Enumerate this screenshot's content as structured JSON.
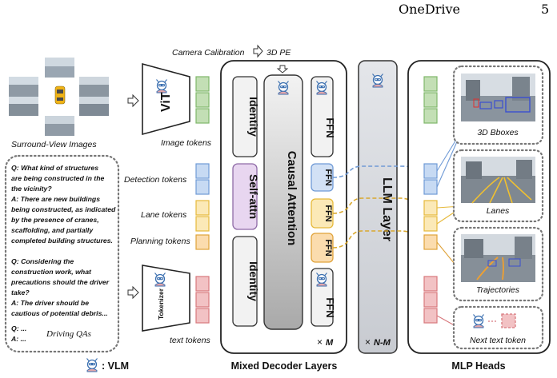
{
  "header": {
    "title": "OneDrive",
    "page_number": "5"
  },
  "figure": {
    "camera_label": "Camera Calibration",
    "pe_label": "3D PE",
    "vlm_input": {
      "surround_caption": "Surround-View Images",
      "vit_label": "ViT",
      "image_tokens": "Image tokens",
      "tokenizer_label": "Tokenizer",
      "text_tokens": "text tokens",
      "qa_lines": [
        "Q: What kind of structures",
        "are being constructed in the",
        "the vicinity?",
        "A: There are new buildings",
        "being constructed, as indicated",
        "by the presence of cranes,",
        "scaffolding, and partially",
        "completed building structures.",
        "",
        "Q: Considering the",
        "construction work, what",
        "precautions should the driver",
        "take?",
        "A: The driver should be",
        "cautious of potential debris..."
      ],
      "qa_q": "Q: ...",
      "qa_a": "A: ...",
      "qa_caption": "Driving QAs"
    },
    "tokens": {
      "detection": "Detection tokens",
      "lane": "Lane tokens",
      "planning": "Planning tokens"
    },
    "decoder": {
      "identity_top": "Identity",
      "self_attn": "Self-attn",
      "identity_bottom": "Identity",
      "causal_attention": "Causal Attention",
      "ffn": "FFN",
      "times_m": "M",
      "times_symbol": "×",
      "llm_layer": "LLM Layer",
      "times_nm": "N-M"
    },
    "outputs": {
      "bboxes": "3D Bboxes",
      "lanes": "Lanes",
      "trajectories": "Trajectories",
      "next_token": "Next text token"
    },
    "bottom_labels": {
      "vlm": ": VLM",
      "decoder": "Mixed Decoder Layers",
      "heads": "MLP Heads"
    },
    "colors": {
      "green": "#7fb76a",
      "blue": "#6f9ad6",
      "yellow": "#e6b93b",
      "orange": "#e0a33a",
      "red": "#d8787d",
      "purple": "#b58bc9",
      "gray": "#888888"
    },
    "icons": [
      "robot-icon",
      "arrow-right-icon",
      "car-icon"
    ]
  }
}
